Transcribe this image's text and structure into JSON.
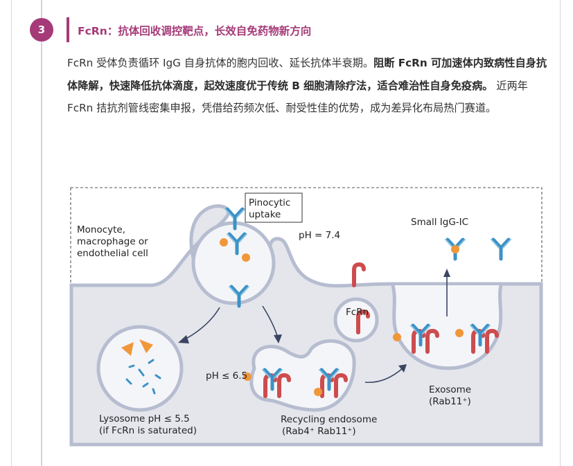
{
  "step": {
    "number": "3"
  },
  "heading": "FcRn：抗体回收调控靶点，长效自免药物新方向",
  "paragraph": {
    "intro": "FcRn 受体负责循环 IgG 自身抗体的胞内回收、延长抗体半衰期。",
    "bold": "阻断 FcRn 可加速体内致病性自身抗体降解，快速降低抗体滴度，起效速度优于传统 B 细胞清除疗法，适合难治性自身免疫病。",
    "rest": " 近两年 FcRn 拮抗剂管线密集申报，凭借给药频次低、耐受性佳的优势，成为差异化布局热门赛道。"
  },
  "figure": {
    "pinocytic": [
      "Pinocytic",
      "uptake"
    ],
    "cell": [
      "Monocyte,",
      "macrophage or",
      "endothelial cell"
    ],
    "ph_extracellular": "pH = 7.4",
    "small_igg_ic": "Small IgG-IC",
    "fcrn": "FcRn",
    "ph_endosome": "pH ≤ 6.5",
    "lysosome": [
      "Lysosome pH ≤ 5.5",
      "(if FcRn is saturated)"
    ],
    "recycling": [
      "Recycling endosome",
      "(Rab4⁺ Rab11⁺)"
    ],
    "exosome": [
      "Exosome",
      "(Rab11⁺)"
    ]
  },
  "colors": {
    "accent": "#a53a78",
    "cell": "#e4e6ec",
    "membrane": "#b7bdd0",
    "fcrn": "#cd4c4e",
    "igg": "#3b92c6",
    "antigen": "#f0973a"
  }
}
